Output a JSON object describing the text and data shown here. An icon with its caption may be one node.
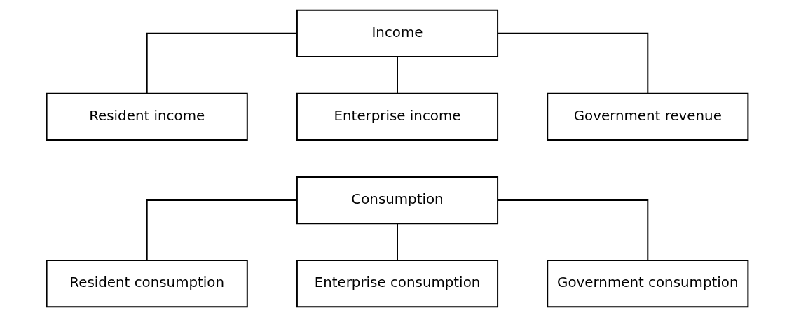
{
  "diagram": {
    "nodes": [
      {
        "text": [
          "Income"
        ]
      },
      {
        "text": [
          "Resident income"
        ]
      },
      {
        "text": [
          "Enterprise income"
        ]
      },
      {
        "text": [
          "Government revenue"
        ]
      },
      {
        "text": [
          "Consumption"
        ]
      },
      {
        "text": [
          "Resident consumption"
        ]
      },
      {
        "text": [
          "Enterprise consumption"
        ]
      },
      {
        "text": [
          "Government consumption"
        ]
      }
    ],
    "edges": [
      {
        "from": 0,
        "to": 1,
        "arrow": "none"
      },
      {
        "from": 0,
        "to": 2,
        "arrow": "none"
      },
      {
        "from": 0,
        "to": 3,
        "arrow": "none"
      },
      {
        "from": 4,
        "to": 5,
        "arrow": "none"
      },
      {
        "from": 4,
        "to": 6,
        "arrow": "none"
      },
      {
        "from": 4,
        "to": 7,
        "arrow": "none"
      }
    ]
  }
}
